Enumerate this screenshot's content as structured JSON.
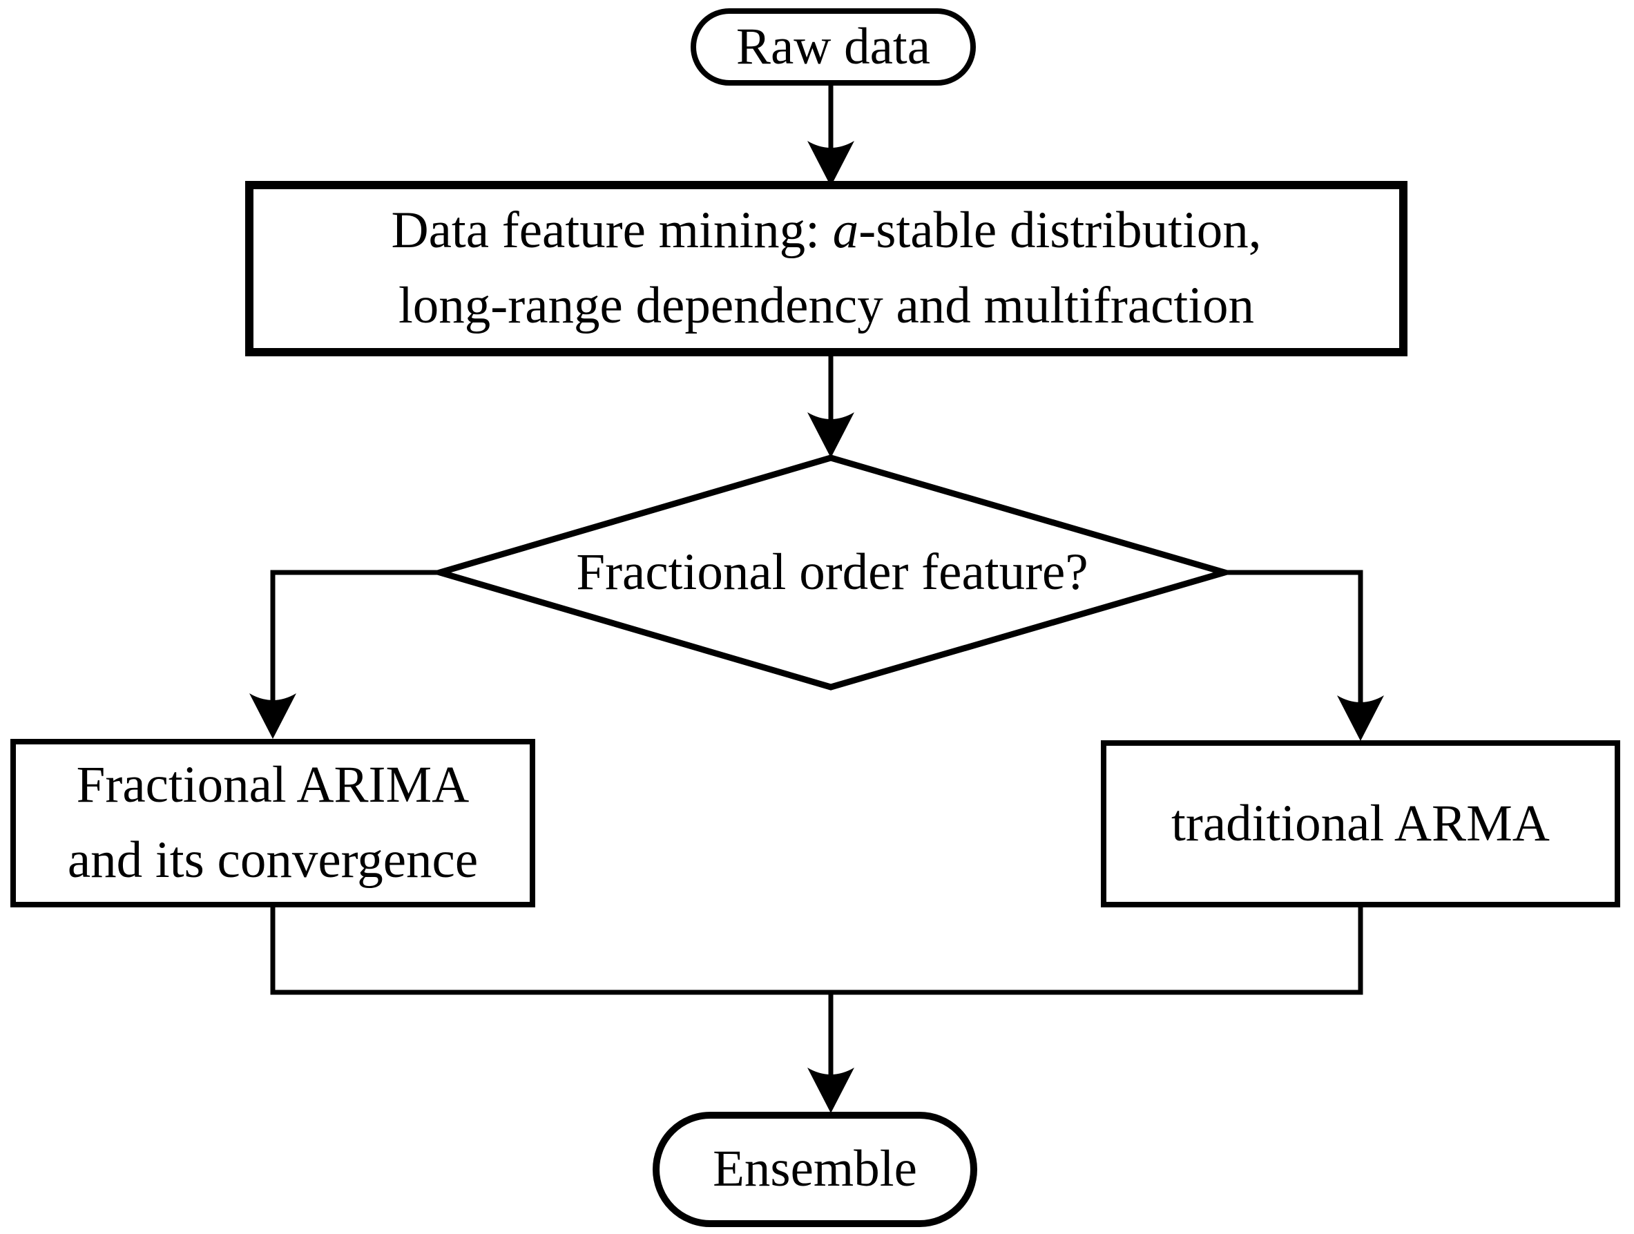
{
  "diagram": {
    "type": "flowchart",
    "colors": {
      "stroke": "#000000",
      "fill": "#ffffff",
      "text": "#000000"
    },
    "nodes": {
      "raw_data": {
        "shape": "stadium",
        "label": "Raw data"
      },
      "feature_mining": {
        "shape": "rectangle",
        "line1_prefix": "Data feature mining: ",
        "line1_italic": "a",
        "line1_suffix": "-stable distribution,",
        "line2": "long-range dependency and multifraction"
      },
      "decision": {
        "shape": "diamond",
        "label": "Fractional order feature?"
      },
      "fractional_arima": {
        "shape": "rectangle",
        "line1": "Fractional ARIMA",
        "line2": "and its convergence"
      },
      "traditional_arma": {
        "shape": "rectangle",
        "label": "traditional ARMA"
      },
      "ensemble": {
        "shape": "stadium",
        "label": "Ensemble"
      }
    },
    "edges": [
      {
        "from": "raw_data",
        "to": "feature_mining"
      },
      {
        "from": "feature_mining",
        "to": "decision"
      },
      {
        "from": "decision",
        "to": "fractional_arima"
      },
      {
        "from": "decision",
        "to": "traditional_arma"
      },
      {
        "from": "fractional_arima",
        "to": "ensemble"
      },
      {
        "from": "traditional_arma",
        "to": "ensemble"
      }
    ]
  }
}
